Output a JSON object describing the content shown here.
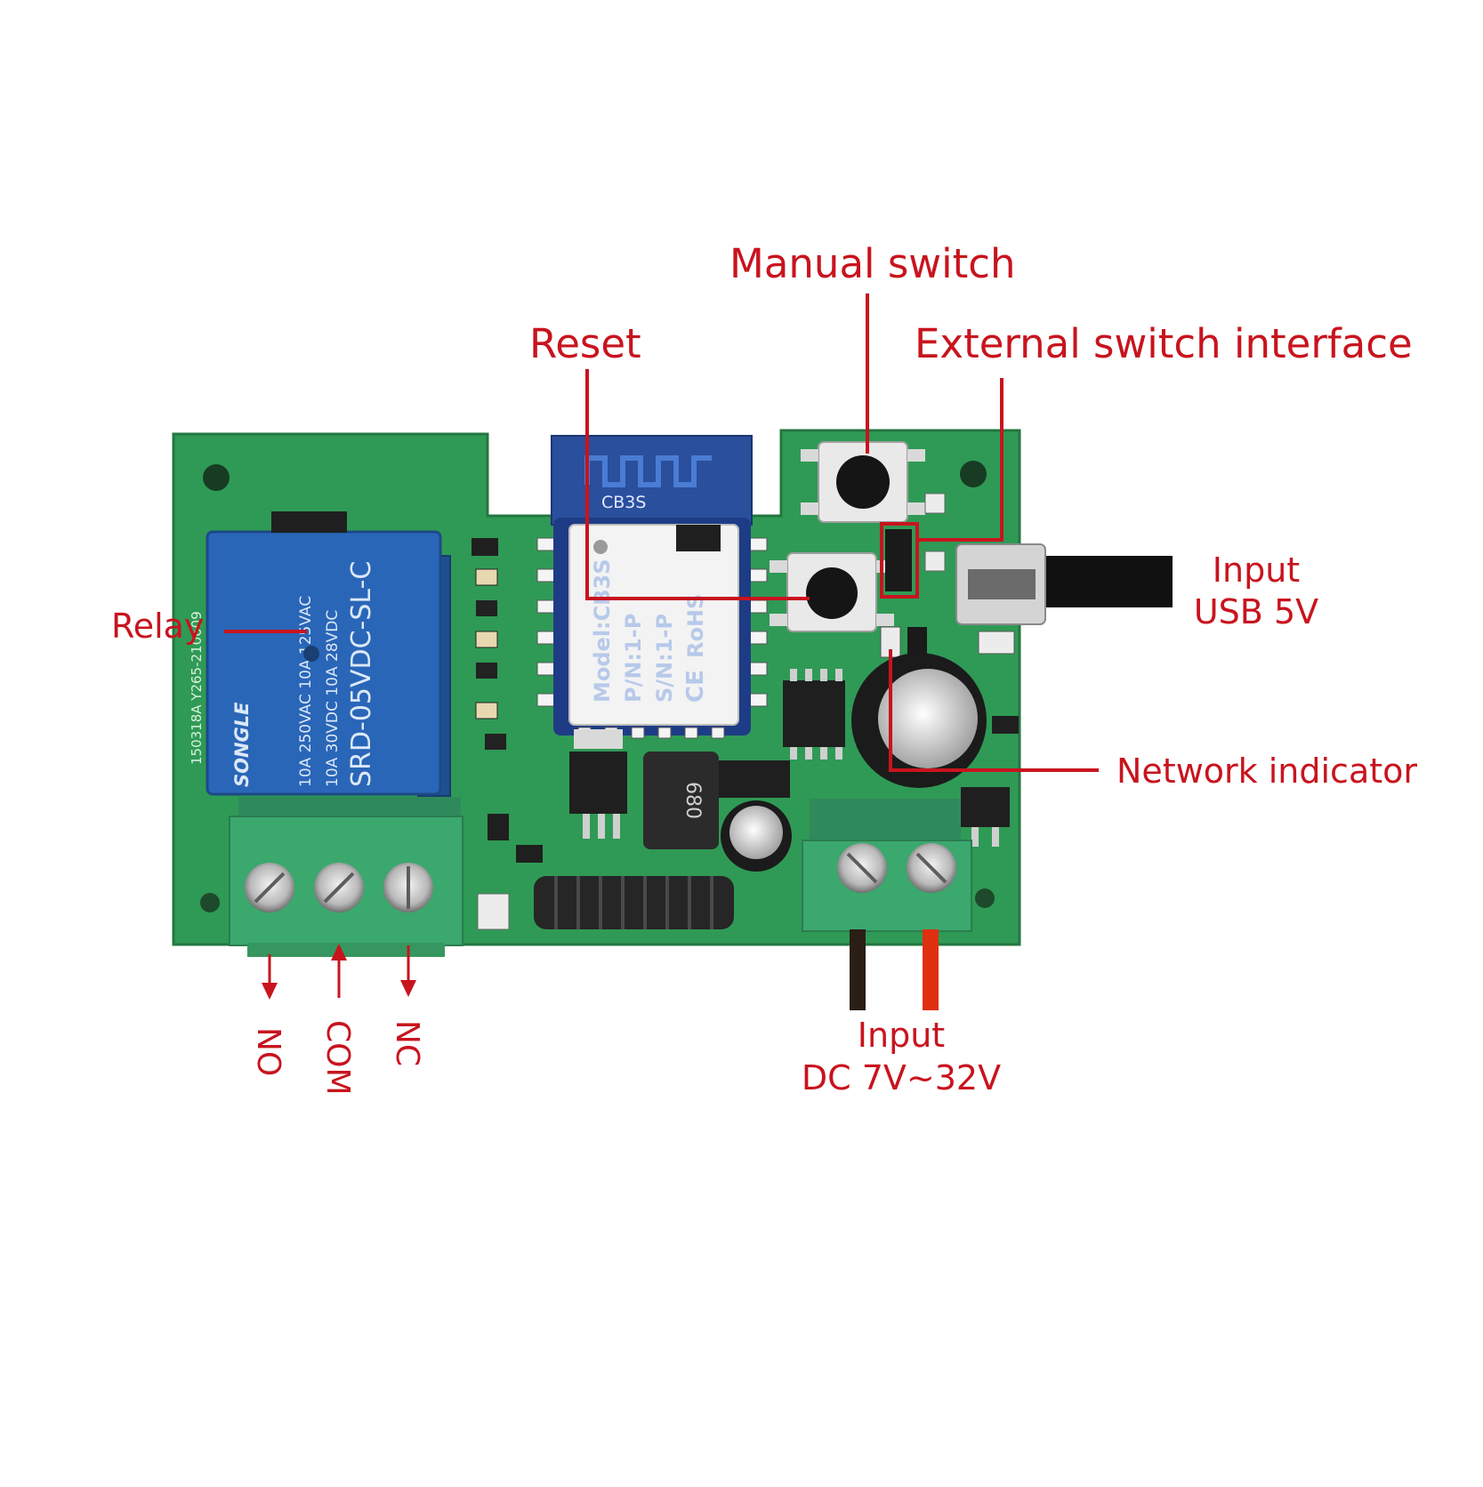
{
  "colors": {
    "annotation": "#c8141e",
    "board": "#2f9a55",
    "terminal": "#3ba86e",
    "relay_body": "#2a66b8",
    "module": "#f3f3f3",
    "ic": "#1f1f1f"
  },
  "labels": {
    "manual_switch": "Manual switch",
    "reset": "Reset",
    "external_switch_interface": "External switch interface",
    "input_usb_line1": "Input",
    "input_usb_line2": "USB 5V",
    "relay": "Relay",
    "network_indicator": "Network indicator",
    "input_dc_line1": "Input",
    "input_dc_line2": "DC 7V~32V",
    "terminal_no": "NO",
    "terminal_com": "COM",
    "terminal_nc": "NC"
  },
  "board_print": {
    "antenna_module": "CB3S",
    "module_model": "Model:CB3S",
    "module_pn": "P/N:1-P",
    "module_sn": "S/N:1-P",
    "module_rohs": "RoHS",
    "module_ce": "CE",
    "relay_brand": "SONGLE",
    "relay_model": "SRD-05VDC-SL-C",
    "relay_rating1": "10A 250VAC  10A 125VAC",
    "relay_rating2": "10A 30VDC  10A 28VDC",
    "inductor": "680",
    "pcb_code": "150318A Y265-210609"
  }
}
